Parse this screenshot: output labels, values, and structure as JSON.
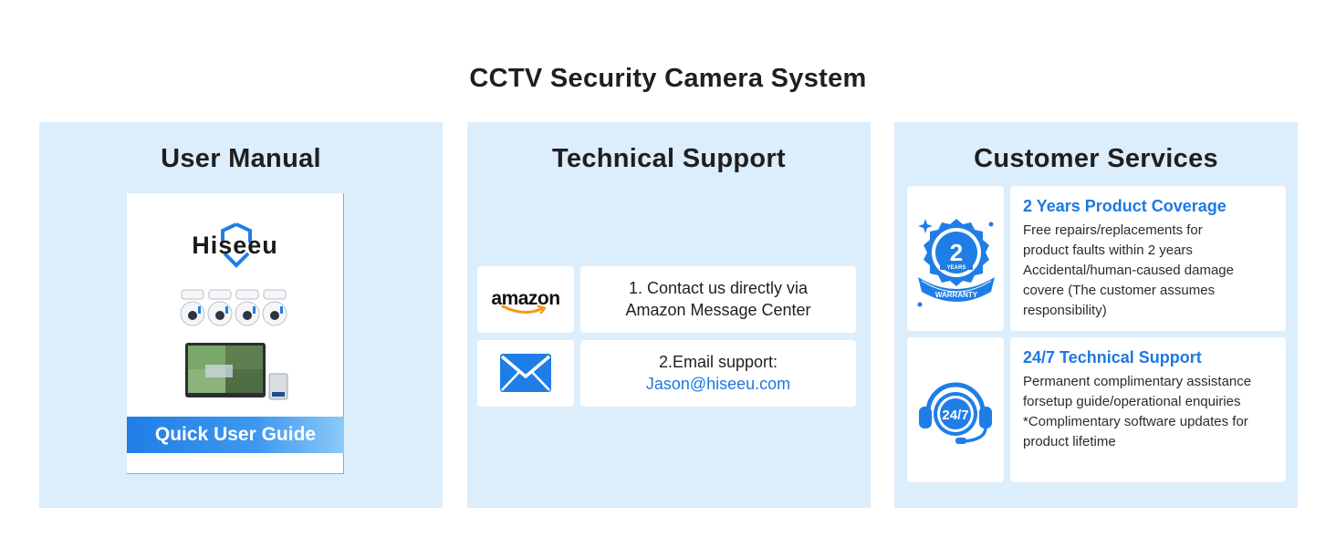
{
  "page": {
    "title": "CCTV Security Camera System"
  },
  "user_manual": {
    "title": "User Manual",
    "brand": "Hiseeu",
    "guide_label": "Quick User Guide",
    "brand_color": "#1f7ee6"
  },
  "technical_support": {
    "title": "Technical Support",
    "items": [
      {
        "logo": "amazon-logo",
        "logo_text": "amazon",
        "lines": [
          "1. Contact us directly via",
          "Amazon Message Center"
        ]
      },
      {
        "logo": "mail-icon",
        "label": "2.Email support:",
        "email": "Jason@hiseeu.com"
      }
    ]
  },
  "customer_services": {
    "title": "Customer Services",
    "items": [
      {
        "icon": "warranty-badge-icon",
        "badge_number": "2",
        "badge_years": "YEARS",
        "badge_ribbon": "WARRANTY",
        "heading": "2 Years Product Coverage",
        "lines": [
          "Free repairs/replacements for",
          "product faults within 2 years",
          "Accidental/human-caused damage",
          "covere (The customer assumes",
          "responsibility)"
        ]
      },
      {
        "icon": "support-247-icon",
        "badge_text": "24/7",
        "heading": "24/7 Technical Support",
        "lines": [
          "Permanent complimentary assistance",
          "forsetup guide/operational enquiries",
          "*Complimentary software updates for",
          "product lifetime"
        ]
      }
    ]
  },
  "colors": {
    "panel_bg": "#dcedfc",
    "accent": "#1f78e0",
    "card_bg": "#ffffff"
  }
}
